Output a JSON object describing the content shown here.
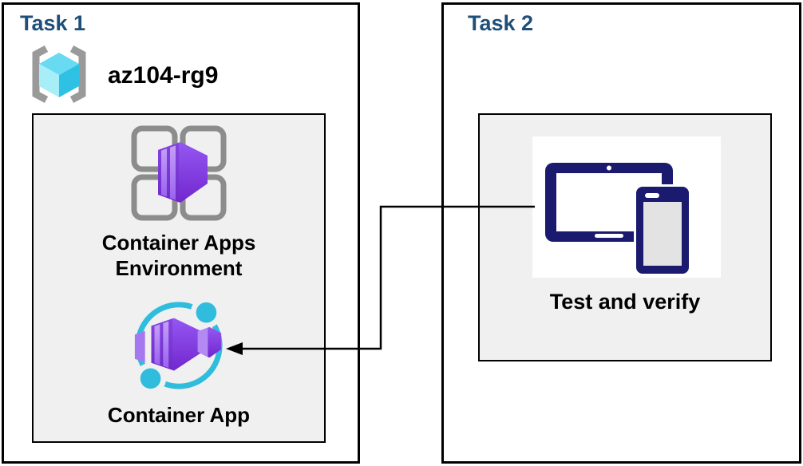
{
  "task1": {
    "title": "Task 1",
    "resource_group": {
      "name": "az104-rg9",
      "icon": "resource-group-icon"
    },
    "nodes": [
      {
        "label": "Container Apps Environment",
        "icon": "container-apps-environment-icon"
      },
      {
        "label": "Container App",
        "icon": "container-app-icon"
      }
    ]
  },
  "task2": {
    "title": "Task 2",
    "nodes": [
      {
        "label": "Test and verify",
        "icon": "tablet-phone-icon"
      }
    ]
  },
  "connector": {
    "from": "Task 2 panel",
    "to": "Container App",
    "direction": "right-to-left"
  },
  "colors": {
    "task_title": "#1f4e79",
    "border": "#000000",
    "panel_bg": "#f0f0f0",
    "icon_panel_bg": "#ffffff",
    "purple": "#8b46e8",
    "purple_dark": "#7227cf",
    "purple_stripe_light": "#c4a0f8",
    "cyan": "#2fbcdd",
    "grid_gray": "#8c8c8c",
    "bracket_gray": "#9a9a9a",
    "cube_top": "#68dbf2",
    "cube_left": "#a8eef9",
    "cube_right": "#2fc1e4",
    "device_navy": "#1a1a6e",
    "phone_screen": "#e3e3e3",
    "label_text": "#000000"
  }
}
